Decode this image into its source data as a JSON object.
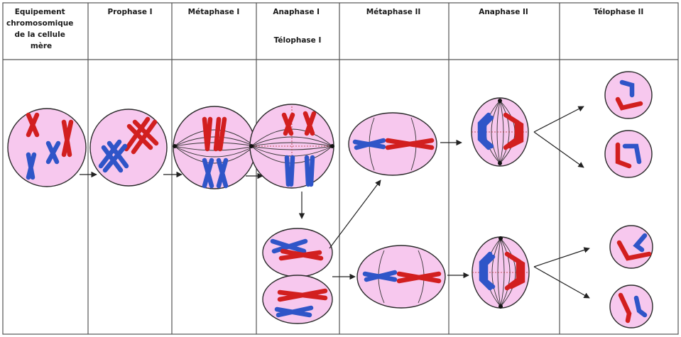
{
  "columns": [
    {
      "lines": [
        "Equipement",
        "chromosomique",
        "de la cellule",
        "mère"
      ]
    },
    {
      "lines": [
        "Prophase I"
      ]
    },
    {
      "lines": [
        "Métaphase I"
      ]
    },
    {
      "lines": [
        "Anaphase I",
        "",
        "Télophase I"
      ]
    },
    {
      "lines": [
        "Métaphase II"
      ]
    },
    {
      "lines": [
        "Anaphase II"
      ]
    },
    {
      "lines": [
        "Télophase II"
      ]
    }
  ],
  "colors": {
    "cell_fill": "#f7c8ee",
    "chromosome_paternal": "#d21f1f",
    "chromosome_maternal": "#2f55c8",
    "grid": "#555555"
  }
}
